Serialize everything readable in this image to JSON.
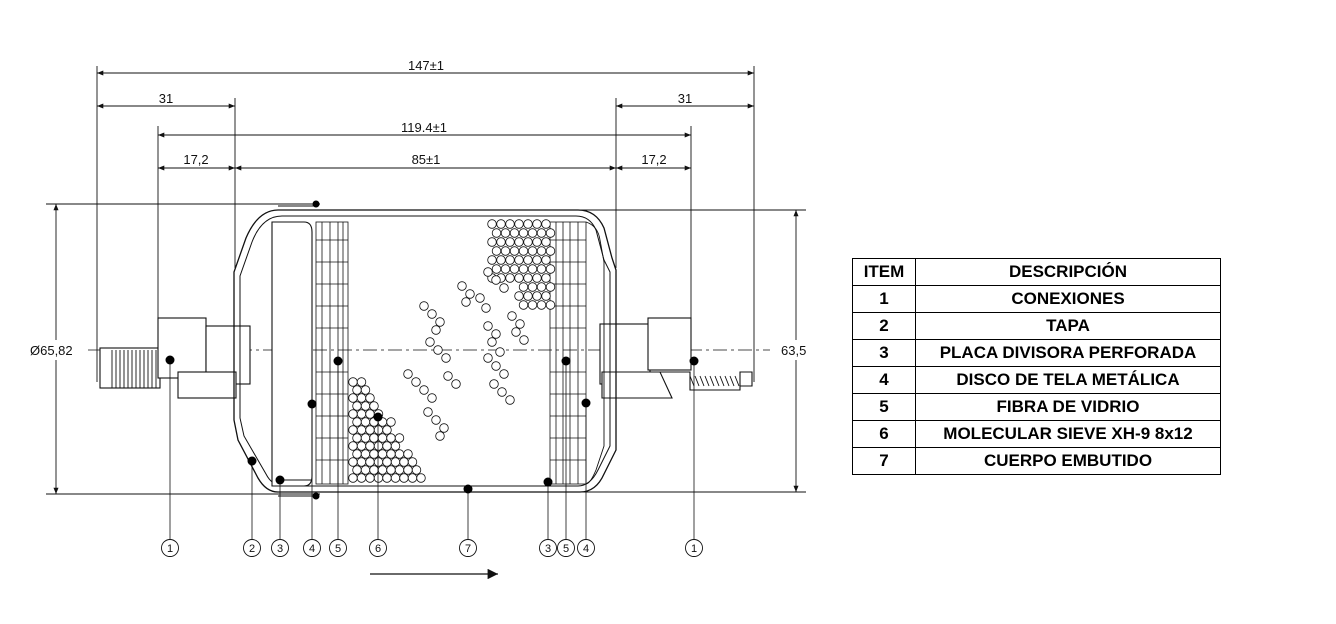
{
  "dimensions": {
    "overall_length": "147±1",
    "left_fitting": "31",
    "right_fitting": "31",
    "inner_length": "119.4±1",
    "left_stub": "17,2",
    "right_stub": "17,2",
    "body_length": "85±1",
    "body_diameter": "Ø65,82",
    "body_height": "63,5"
  },
  "callouts": [
    "1",
    "2",
    "3",
    "4",
    "5",
    "6",
    "7",
    "3",
    "5",
    "4",
    "1"
  ],
  "legend": {
    "headers": {
      "item": "ITEM",
      "description": "DESCRIPCIÓN"
    },
    "rows": [
      {
        "item": "1",
        "description": "CONEXIONES"
      },
      {
        "item": "2",
        "description": "TAPA"
      },
      {
        "item": "3",
        "description": "PLACA DIVISORA PERFORADA"
      },
      {
        "item": "4",
        "description": "DISCO DE TELA METÁLICA"
      },
      {
        "item": "5",
        "description": "FIBRA DE VIDRIO"
      },
      {
        "item": "6",
        "description": "MOLECULAR SIEVE XH-9 8x12"
      },
      {
        "item": "7",
        "description": "CUERPO EMBUTIDO"
      }
    ]
  },
  "flow_direction_icon": "right-arrow-icon"
}
